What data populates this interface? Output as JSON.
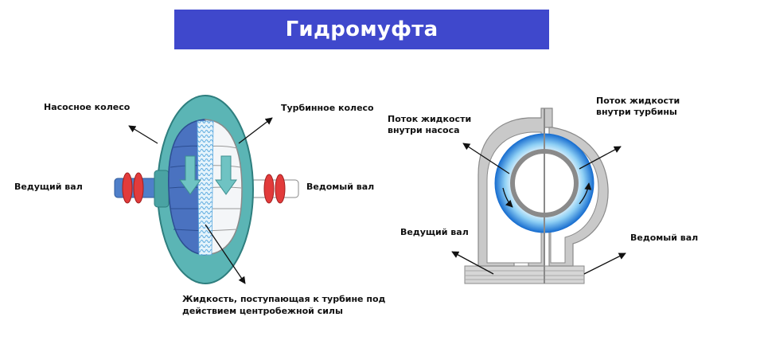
{
  "title": "Гидромуфта",
  "colors": {
    "banner": "#3f48cc",
    "casing": "#5bb5b5",
    "pump_blue": "#4a72c0",
    "shaft_input": "#4f7fc9",
    "ring_red": "#e23b3b",
    "fluid_flow": "#6fc3c3",
    "housing_gray": "#c9c9c9",
    "torus_blue": "#1f7fd6"
  },
  "left_diagram": {
    "pump_wheel": "Насосное колесо",
    "turbine_wheel": "Турбинное колесо",
    "drive_shaft": "Ведущий вал",
    "driven_shaft": "Ведомый вал",
    "fluid_line1": "Жидкость, поступающая к турбине под",
    "fluid_line2": "действием центробежной силы"
  },
  "right_diagram": {
    "pump_flow_line1": "Поток жидкости",
    "pump_flow_line2": "внутри насоса",
    "turbine_flow_line1": "Поток жидкости",
    "turbine_flow_line2": "внутри турбины",
    "drive_shaft": "Ведущий вал",
    "driven_shaft": "Ведомый вал"
  }
}
